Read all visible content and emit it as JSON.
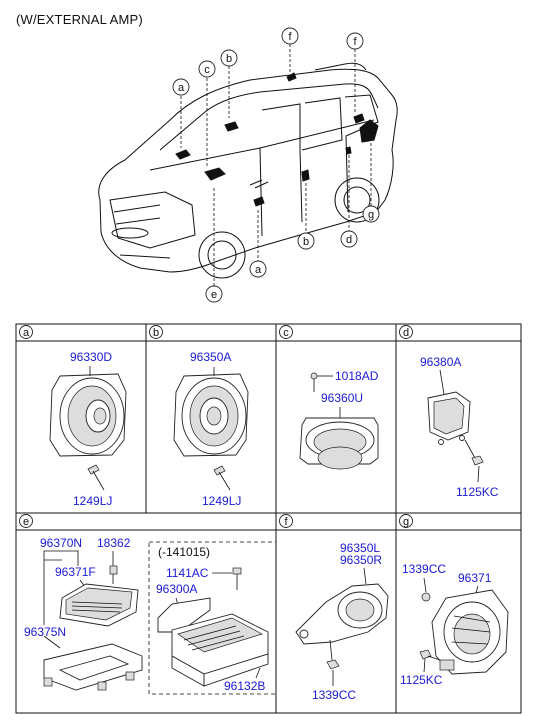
{
  "title": "(W/EXTERNAL AMP)",
  "callouts": {
    "a": "a",
    "b": "b",
    "c": "c",
    "d": "d",
    "e": "e",
    "f": "f",
    "g": "g"
  },
  "panels": {
    "a": {
      "letter": "a",
      "parts": {
        "speaker": "96330D",
        "screw": "1249LJ"
      }
    },
    "b": {
      "letter": "b",
      "parts": {
        "speaker": "96350A",
        "screw": "1249LJ"
      }
    },
    "c": {
      "letter": "c",
      "parts": {
        "screw": "1018AD",
        "speaker": "96360U"
      }
    },
    "d": {
      "letter": "d",
      "parts": {
        "bracket": "96380A",
        "nut": "1125KC"
      }
    },
    "e": {
      "letter": "e",
      "parts": {
        "amp_assy": "96370N",
        "clip": "18362",
        "amp_cover": "96371F",
        "bracket": "96375N",
        "subgroup_label": "(-141015)",
        "bolt": "1141AC",
        "amp": "96300A",
        "amp_bracket": "96132B"
      }
    },
    "f": {
      "letter": "f",
      "parts": {
        "speaker_l": "96350L",
        "speaker_r": "96350R",
        "nut": "1339CC"
      }
    },
    "g": {
      "letter": "g",
      "parts": {
        "nut": "1339CC",
        "woofer": "96371",
        "bolt": "1125KC"
      }
    }
  }
}
